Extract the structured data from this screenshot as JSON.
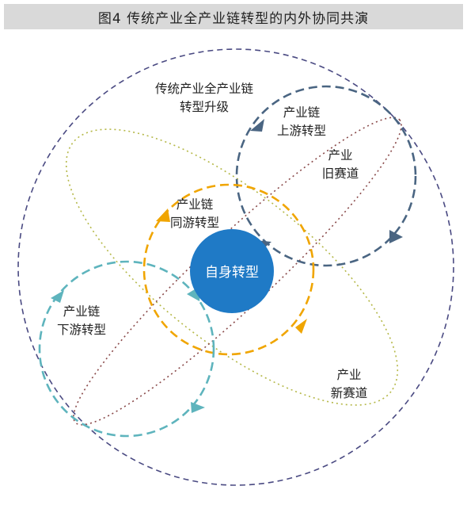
{
  "title": "图4  传统产业全产业链转型的内外协同共演",
  "labels": {
    "outer_line1": "传统产业全产业链",
    "outer_line2": "转型升级",
    "upstream_line1": "产业链",
    "upstream_line2": "上游转型",
    "old_track_line1": "产业",
    "old_track_line2": "旧赛道",
    "midstream_line1": "产业链",
    "midstream_line2": "同游转型",
    "downstream_line1": "产业链",
    "downstream_line2": "下游转型",
    "new_track_line1": "产业",
    "new_track_line2": "新赛道",
    "core": "自身转型"
  },
  "colors": {
    "outer": "#4a4a82",
    "upstream": "#4a6582",
    "midstream": "#f0a500",
    "downstream": "#5eb4bd",
    "old_track": "#8a4a4a",
    "new_track": "#b5b848",
    "core": "#1f7ac6"
  }
}
